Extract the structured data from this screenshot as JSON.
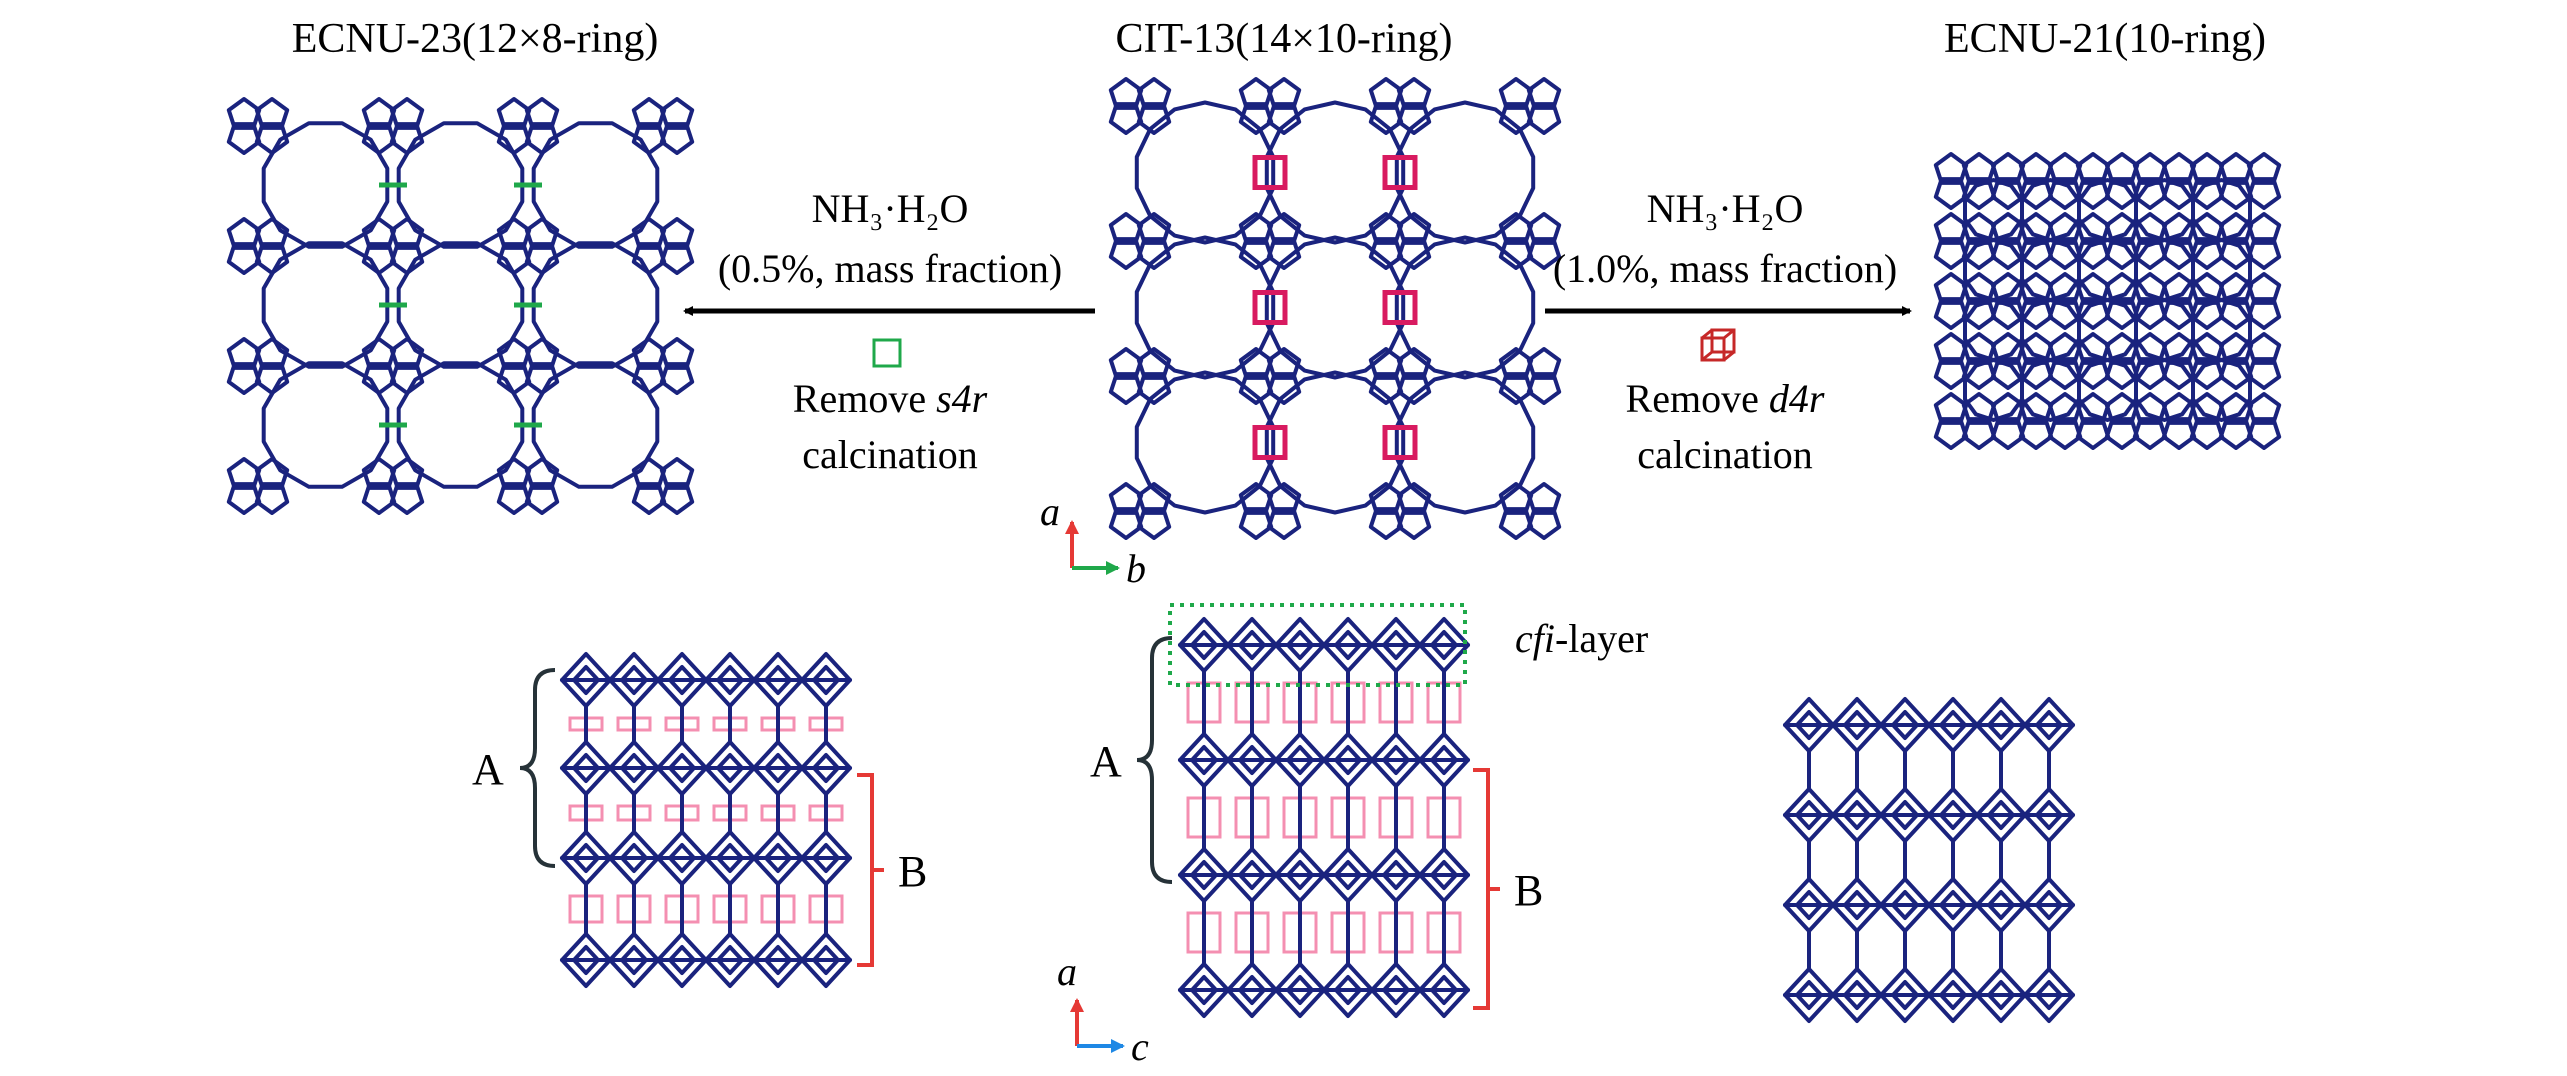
{
  "titles": {
    "left": "ECNU-23(12×8-ring)",
    "center": "CIT-13(14×10-ring)",
    "right": "ECNU-21(10-ring)"
  },
  "left_arrow": {
    "reagent": "NH₃·H₂O",
    "concentration": "(0.5%, mass fraction)",
    "remove_prefix": "Remove ",
    "remove_unit_num": "s4",
    "remove_unit_r": "r",
    "step2": "calcination"
  },
  "right_arrow": {
    "reagent": "NH₃·H₂O",
    "concentration": "(1.0%, mass fraction)",
    "remove_prefix": "Remove ",
    "remove_unit_num": "d4",
    "remove_unit_r": "r",
    "step2": "calcination"
  },
  "axes_top": {
    "vertical": "a",
    "horizontal": "b"
  },
  "axes_bottom": {
    "vertical": "a",
    "horizontal": "c"
  },
  "cfi_label": {
    "italic": "cfi",
    "rest": "-layer"
  },
  "brackets": {
    "a": "A",
    "b": "B"
  },
  "colors": {
    "framework": "#1a237e",
    "pink_bonds": "#f48fb1",
    "magenta_units": "#d81b60",
    "green_units": "#1fa84a",
    "arrow": "#000000",
    "cfi_box": "#1fa84a",
    "bracket_a": "#263238",
    "bracket_b": "#e53935",
    "axis_vertical": "#e53935",
    "axis_b": "#1fa84a",
    "axis_c": "#1e88e5"
  }
}
